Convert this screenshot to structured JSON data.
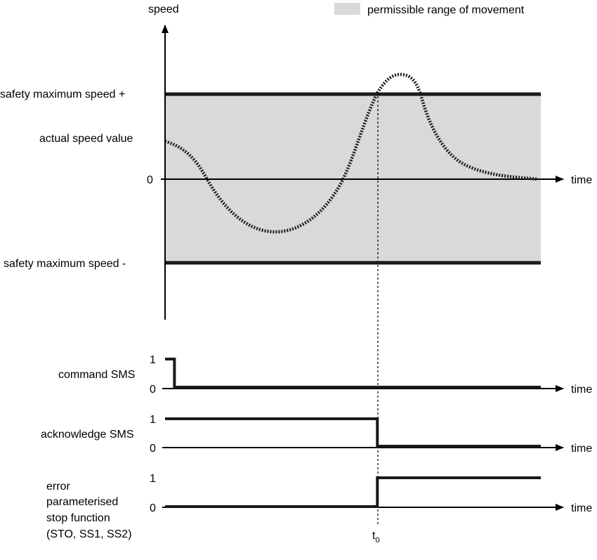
{
  "legend": {
    "label": "permissible range of movement",
    "swatch_color": "#d9d9d9"
  },
  "speed_plot": {
    "y_axis_label": "speed",
    "x_axis_label": "time",
    "labels": {
      "max_plus": "safety maximum speed +",
      "actual": "actual speed value",
      "zero": "0",
      "max_minus": "safety maximum speed -"
    },
    "curve_style": "dotted"
  },
  "signals": [
    {
      "label_lines": [
        "command SMS"
      ],
      "one": "1",
      "zero": "0",
      "time_label": "time",
      "pulses": [
        [
          0.0,
          0.025
        ]
      ]
    },
    {
      "label_lines": [
        "acknowledge SMS"
      ],
      "one": "1",
      "zero": "0",
      "time_label": "time",
      "pulses": [
        [
          0.0,
          0.565
        ]
      ]
    },
    {
      "label_lines": [
        "error",
        "parameterised",
        "stop function",
        "(STO, SS1, SS2)"
      ],
      "one": "1",
      "zero": "0",
      "time_label": "time",
      "pulses": [
        [
          0.565,
          1.0
        ]
      ]
    }
  ],
  "marker": {
    "base": "t",
    "subscript": "0"
  },
  "colors": {
    "band": "#d9d9d9",
    "line": "#1a1a1a",
    "text": "#000000"
  }
}
